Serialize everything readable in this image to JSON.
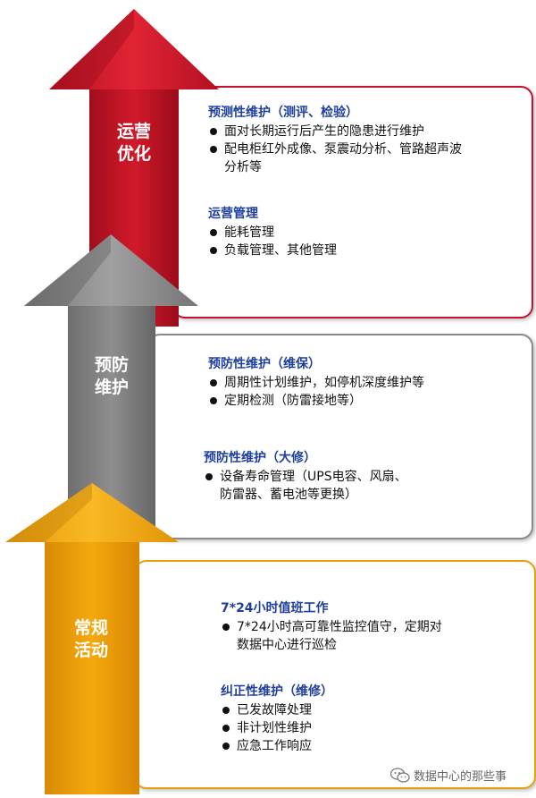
{
  "colors": {
    "red": "#c8102e",
    "gray": "#8a8a8a",
    "gold": "#e7a20f",
    "title_blue": "#1f3f9e"
  },
  "stages": [
    {
      "label_line1": "运营",
      "label_line2": "优化",
      "sections": [
        {
          "title": "预测性维护（测评、检验）",
          "bullets": [
            "面对长期运行后产生的隐患进行维护",
            "配电柜红外成像、泵震动分析、管路超声波"
          ],
          "continuation": "分析等"
        },
        {
          "title": "运营管理",
          "bullets": [
            "能耗管理",
            "负载管理、其他管理"
          ]
        }
      ]
    },
    {
      "label_line1": "预防",
      "label_line2": "维护",
      "sections": [
        {
          "title": "预防性维护（维保）",
          "bullets": [
            "周期性计划维护，如停机深度维护等",
            "定期检测（防雷接地等）"
          ]
        },
        {
          "title": "预防性维护（大修）",
          "bullets": [
            "设备寿命管理（UPS电容、风扇、"
          ],
          "continuation": "防雷器、蓄电池等更换）"
        }
      ]
    },
    {
      "label_line1": "常规",
      "label_line2": "活动",
      "sections": [
        {
          "title": "7*24小时值班工作",
          "bullets": [
            "7*24小时高可靠性监控值守，定期对"
          ],
          "continuation": "数据中心进行巡检"
        },
        {
          "title": "纠正性维护（维修）",
          "bullets": [
            "已发故障处理",
            "非计划性维护",
            "应急工作响应"
          ]
        }
      ]
    }
  ],
  "watermark": {
    "icon": "wechat-icon",
    "text": "数据中心的那些事"
  }
}
